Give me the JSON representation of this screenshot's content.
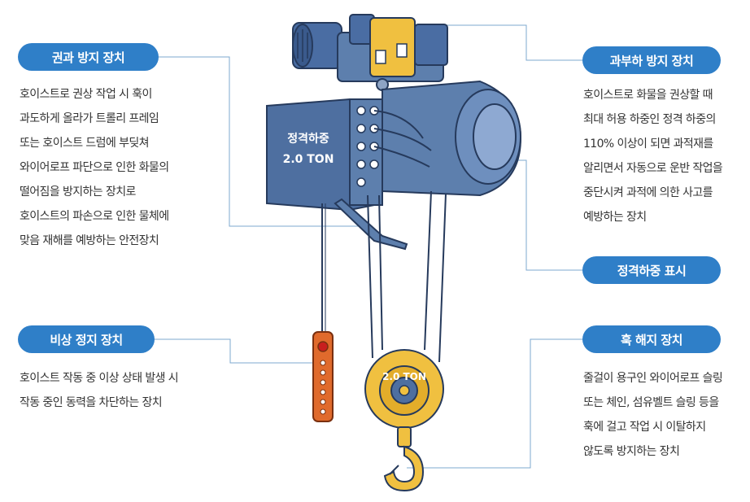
{
  "colors": {
    "pill": "#2f7fc8",
    "leader": "#7ea8cf",
    "body": "#5d7fad",
    "body_dark": "#34507d",
    "gear_yellow": "#f0c040",
    "pendant": "#e06a2c"
  },
  "labels": {
    "overhoist": {
      "title": "권과 방지 장치",
      "lines": [
        "호이스트로 권상 작업 시 훅이",
        "과도하게 올라가 트롤리 프레임",
        "또는 호이스트 드럼에 부딪쳐",
        "와이어로프 파단으로 인한 화물의",
        "떨어짐을 방지하는 장치로",
        "호이스트의 파손으로 인한 물체에",
        "맞음 재해를 예방하는 안전장치"
      ]
    },
    "emergency": {
      "title": "비상 정지 장치",
      "lines": [
        "호이스트 작동 중 이상 상태 발생 시",
        "작동 중인 동력을 차단하는 장치"
      ]
    },
    "overload": {
      "title": "과부하 방지 장치",
      "lines": [
        "호이스트로 화물을 권상할 때",
        "최대 허용 하중인 정격 하중의",
        "110% 이상이 되면 과적재를",
        "알리면서 자동으로 운반 작업을",
        "중단시켜 과적에 의한 사고를",
        "예방하는 장치"
      ]
    },
    "rated_load": {
      "title": "정격하중 표시"
    },
    "hook_latch": {
      "title": "훅 해지 장치",
      "lines": [
        "줄걸이 용구인 와이어로프 슬링",
        "또는 체인, 섬유벨트 슬링 등을",
        "훅에 걸고 작업 시 이탈하지",
        "않도록 방지하는 장치"
      ]
    }
  },
  "hoist": {
    "plate_line1": "정격하중",
    "plate_line2": "2.0 TON",
    "block_label": "2.0 TON"
  }
}
